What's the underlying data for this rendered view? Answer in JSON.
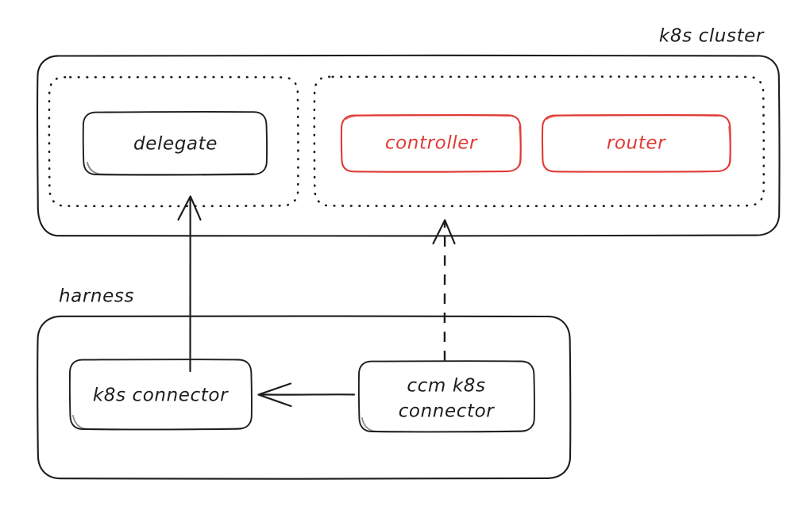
{
  "diagram": {
    "title_caption": "k8s cluster",
    "background_color": "#ffffff",
    "ink_color": "#1d1d1d",
    "accent_color": "#e03a35",
    "style": "hand-drawn-sketch",
    "groups": [
      {
        "id": "k8s-cluster",
        "label": "k8s cluster",
        "label_position": "top-right-outside",
        "border": "solid",
        "color": "#1d1d1d"
      },
      {
        "id": "delegate-zone",
        "label": "",
        "border": "dotted",
        "color": "#1d1d1d"
      },
      {
        "id": "services-zone",
        "label": "",
        "border": "dotted",
        "color": "#1d1d1d"
      },
      {
        "id": "harness",
        "label": "harness",
        "label_position": "top-left-outside",
        "border": "solid",
        "color": "#1d1d1d"
      }
    ],
    "nodes": [
      {
        "id": "delegate",
        "label": "delegate",
        "color": "#1d1d1d",
        "group": "delegate-zone"
      },
      {
        "id": "controller",
        "label": "controller",
        "color": "#e03a35",
        "group": "services-zone"
      },
      {
        "id": "router",
        "label": "router",
        "color": "#e03a35",
        "group": "services-zone"
      },
      {
        "id": "k8s-connector",
        "label": "k8s connector",
        "color": "#1d1d1d",
        "group": "harness"
      },
      {
        "id": "ccm-k8s-connector",
        "label_line1": "ccm k8s",
        "label_line2": "connector",
        "color": "#1d1d1d",
        "group": "harness"
      }
    ],
    "edges": [
      {
        "id": "edge-k8sconnector-to-delegate",
        "from": "k8s-connector",
        "to": "delegate",
        "style": "solid",
        "arrow": "up",
        "label": ""
      },
      {
        "id": "edge-ccm-to-services",
        "from": "ccm-k8s-connector",
        "to": "services-zone",
        "style": "dashed",
        "arrow": "up",
        "label": ""
      },
      {
        "id": "edge-ccm-to-k8sconnector",
        "from": "ccm-k8s-connector",
        "to": "k8s-connector",
        "style": "solid",
        "arrow": "left",
        "label": ""
      }
    ]
  }
}
